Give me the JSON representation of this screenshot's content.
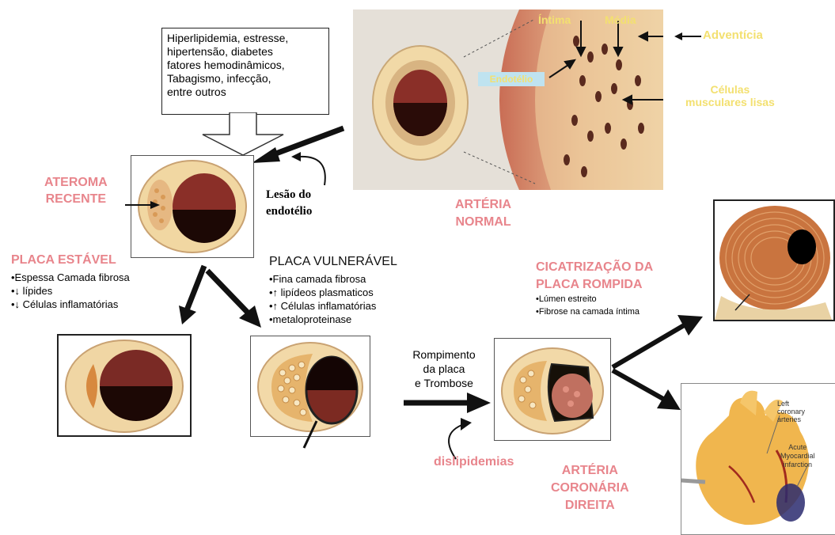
{
  "risk_factors": {
    "lines": [
      "Hiperlipidemia, estresse,",
      "hipertensão, diabetes",
      "fatores hemodinâmicos,",
      "Tabagismo, infecção,",
      "entre outros"
    ]
  },
  "normal_artery": {
    "layers": {
      "intima": "Íntima",
      "media": "Média",
      "adventicia": "Adventícia",
      "endotelio": "Endotélio",
      "smooth_muscle": [
        "Células",
        "musculares lisas"
      ]
    },
    "title": [
      "ARTÉRIA",
      "NORMAL"
    ]
  },
  "recent_atheroma": {
    "title": [
      "ATEROMA",
      "RECENTE"
    ],
    "lesion": [
      "Lesão do",
      "endotélio"
    ]
  },
  "stable_plaque": {
    "title": "PLACA ESTÁVEL",
    "items": [
      "•Espessa Camada fibrosa",
      "•↓ lípides",
      "•↓ Células inflamatórias"
    ]
  },
  "vulnerable_plaque": {
    "title": "PLACA VULNERÁVEL",
    "items": [
      "•Fina camada fibrosa",
      "•↑ lipídeos plasmaticos",
      "•↑ Células inflamatórias",
      "•metaloproteinase"
    ]
  },
  "rupture": {
    "label": [
      "Rompimento",
      "da placa",
      "e Trombose"
    ],
    "dyslipidemia": "dislipidemias"
  },
  "scarring": {
    "title": [
      "CICATRIZAÇÃO DA",
      "PLACA ROMPIDA"
    ],
    "items": [
      "•Lúmen estreito",
      "•Fibrose na camada íntima"
    ]
  },
  "coronary": {
    "title": [
      "ARTÉRIA",
      "CORONÁRIA",
      "DIREITA"
    ],
    "labels": {
      "left": [
        "Left",
        "coronary",
        "arteries"
      ],
      "acute": [
        "Acute",
        "Myocardial",
        "infarction"
      ]
    }
  },
  "colors": {
    "accent_pink": "#e8858c",
    "label_yellow": "#f3e070",
    "plaque_yellow": "#e9c77a",
    "lumen": "#7a2a25"
  }
}
